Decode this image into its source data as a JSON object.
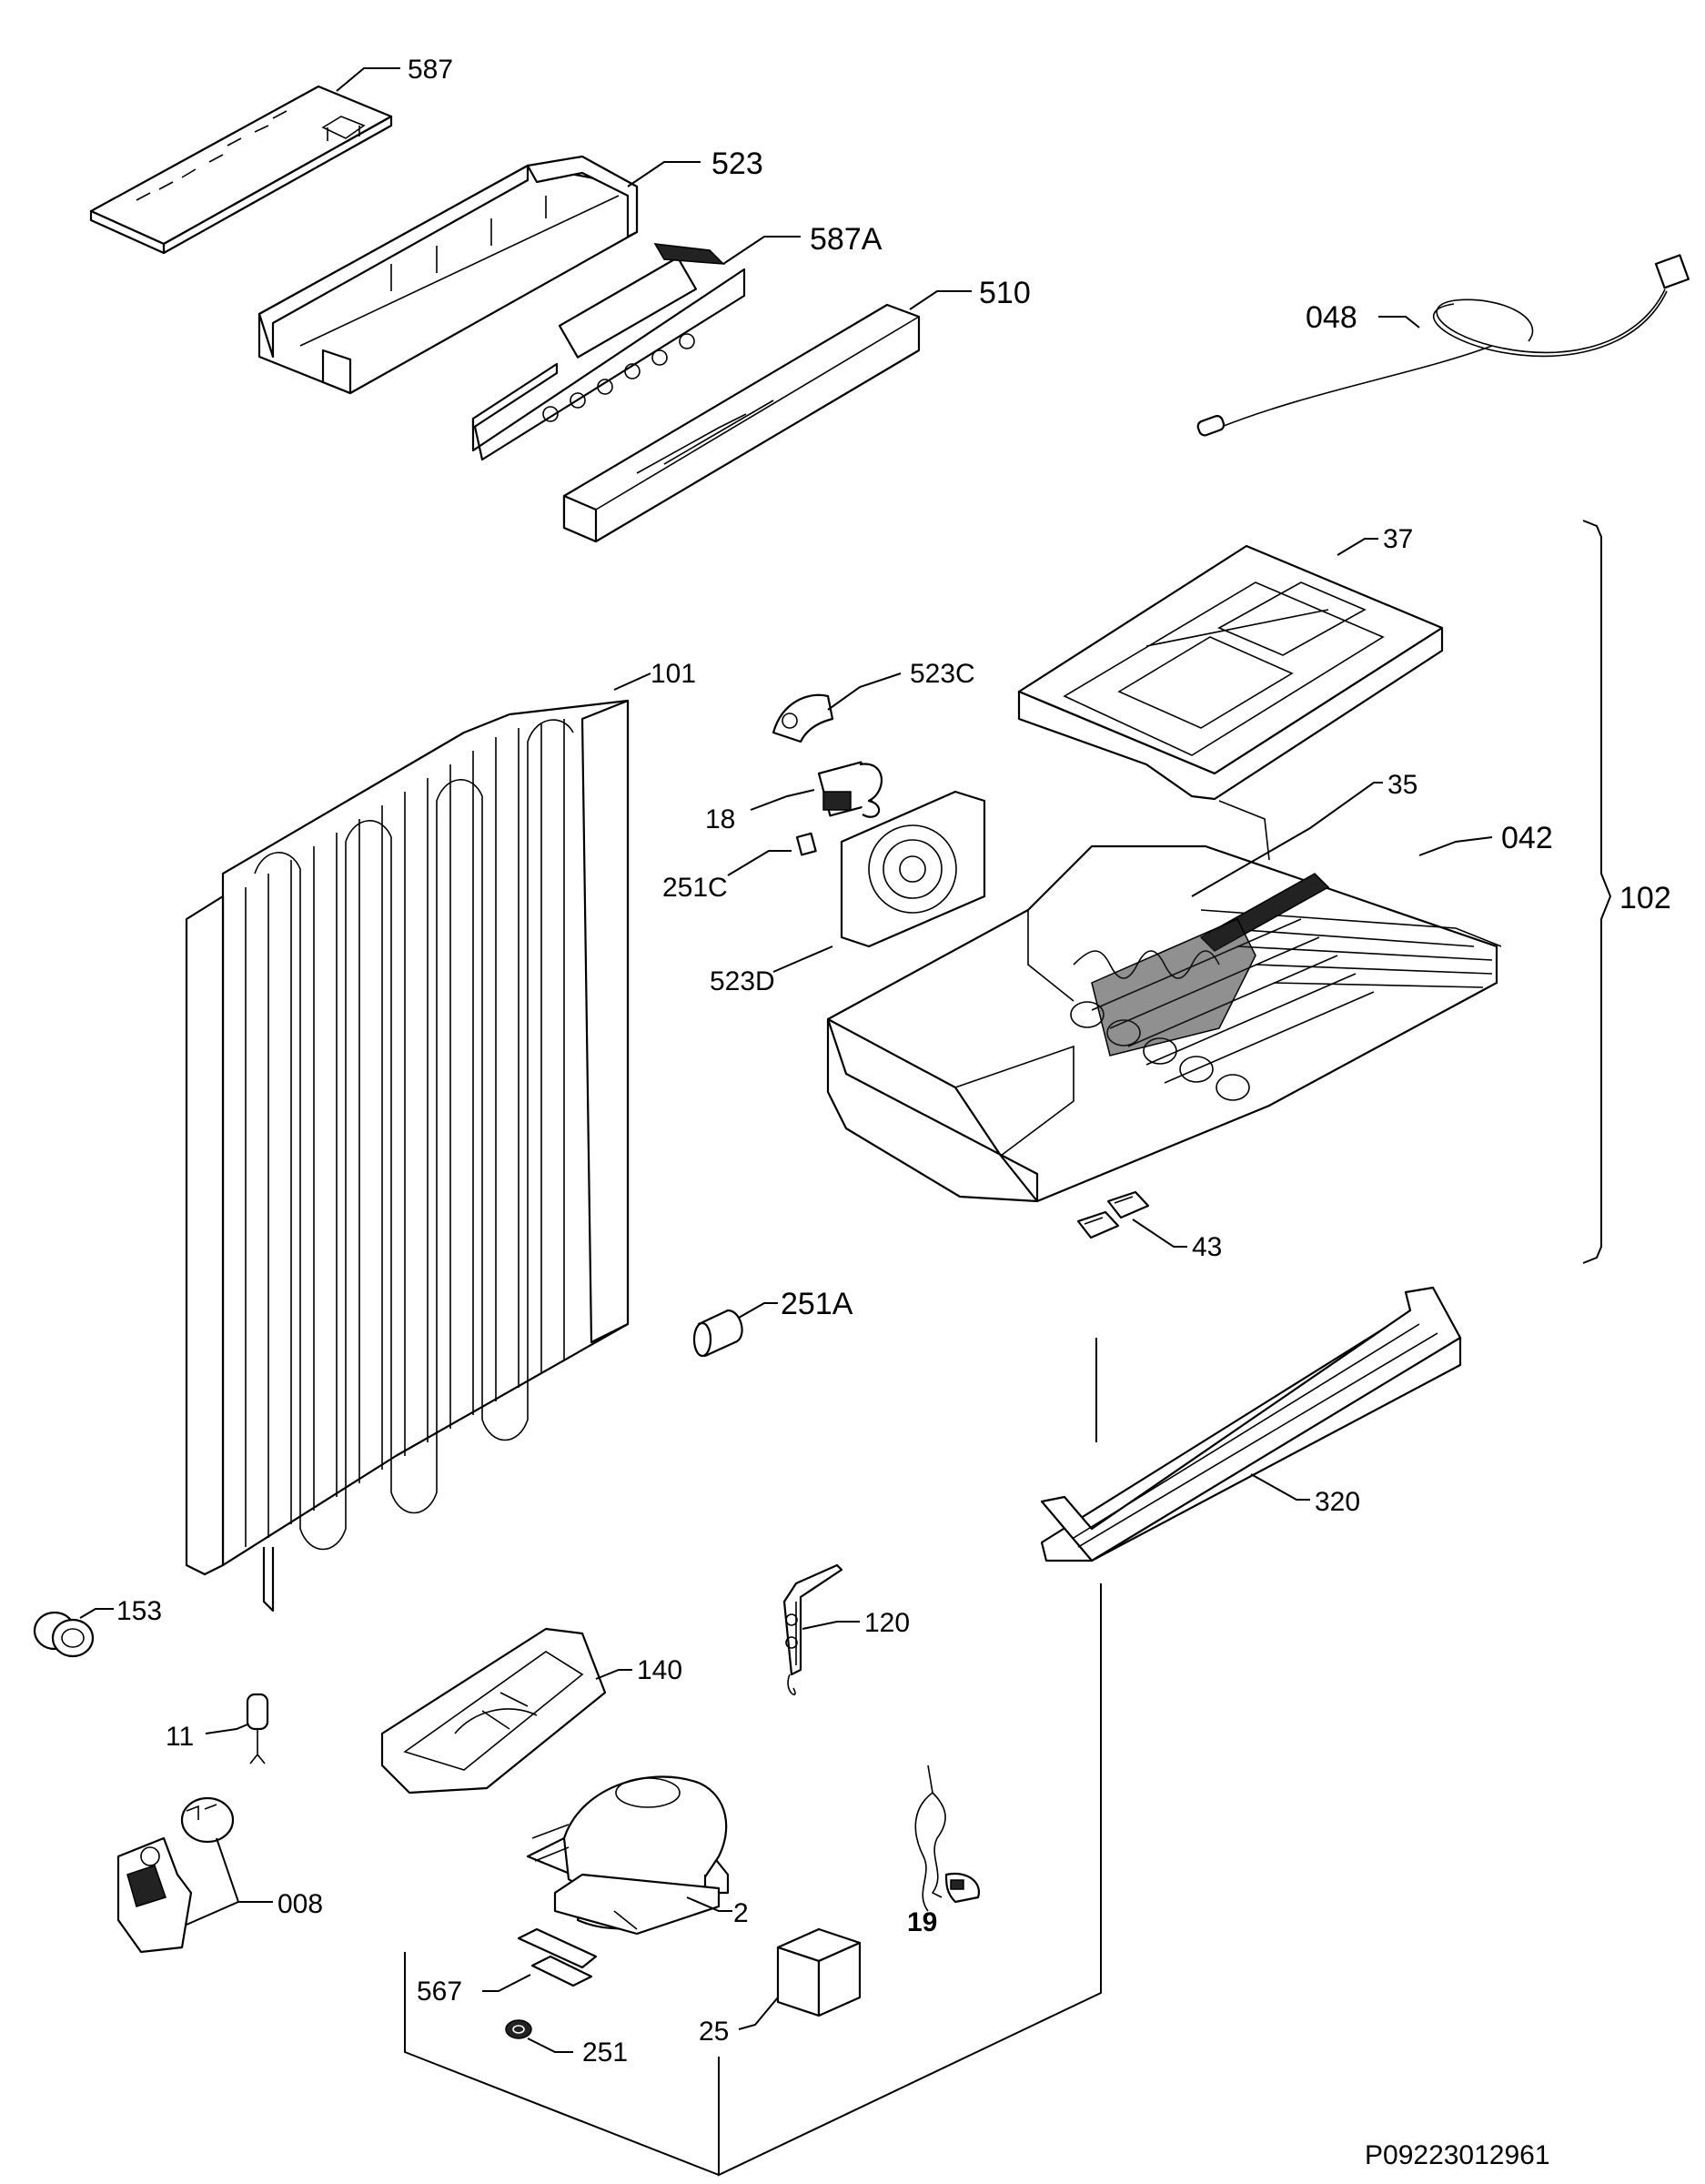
{
  "document_code": "P09223012961",
  "parts": {
    "p587": "587",
    "p523": "523",
    "p587A": "587A",
    "p510": "510",
    "p048": "048",
    "p37": "37",
    "p101": "101",
    "p523C": "523C",
    "p18": "18",
    "p251C": "251C",
    "p523D": "523D",
    "p35": "35",
    "p042": "042",
    "p102": "102",
    "p43": "43",
    "p251A": "251A",
    "p320": "320",
    "p153": "153",
    "p120": "120",
    "p140": "140",
    "p11": "11",
    "p008": "008",
    "p2": "2",
    "p19": "19",
    "p567": "567",
    "p251": "251",
    "p25": "25"
  }
}
